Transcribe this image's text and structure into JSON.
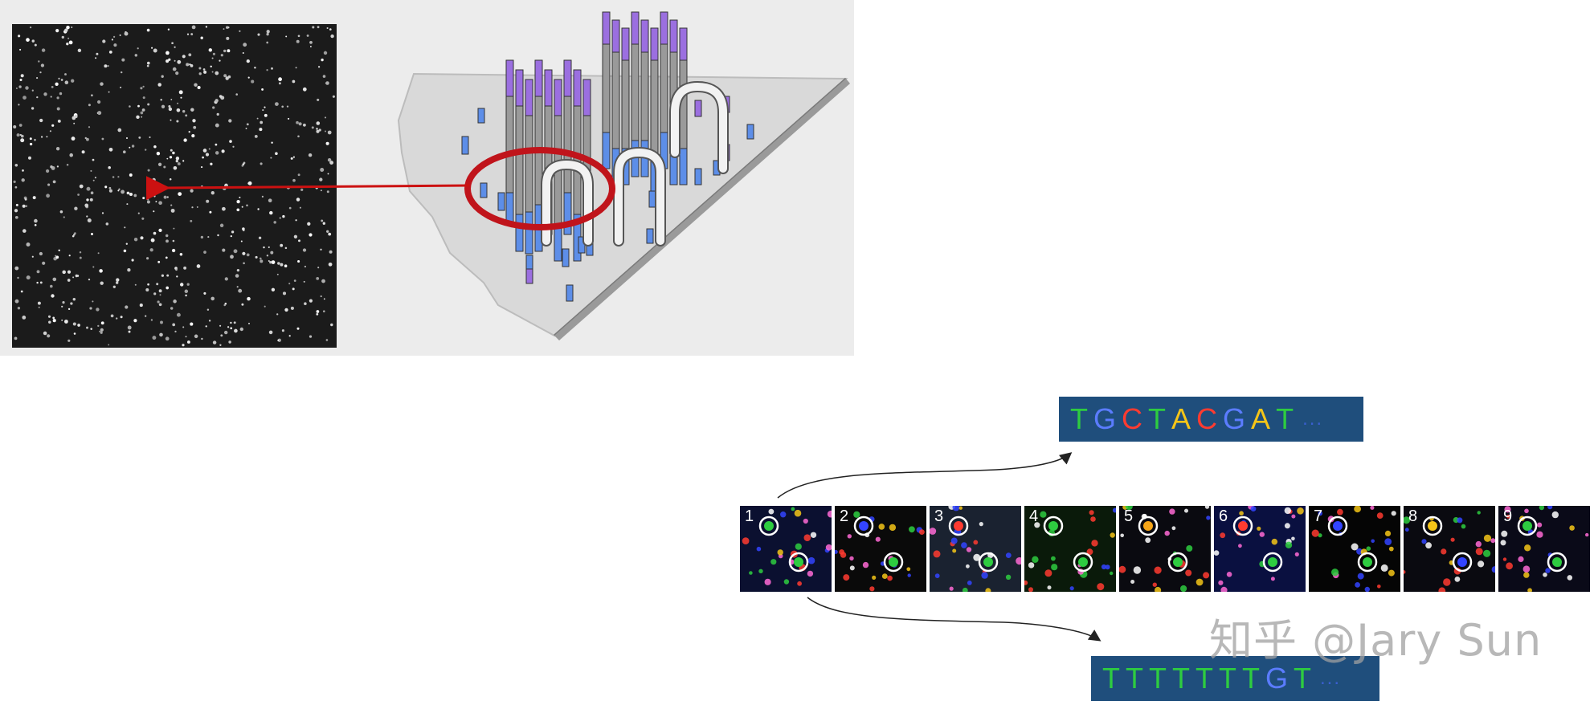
{
  "top_sequence": {
    "bases": [
      {
        "letter": "T",
        "color": "#2ecc40"
      },
      {
        "letter": "G",
        "color": "#5b7cff"
      },
      {
        "letter": "C",
        "color": "#ff3b30"
      },
      {
        "letter": "T",
        "color": "#2ecc40"
      },
      {
        "letter": "A",
        "color": "#f5c518"
      },
      {
        "letter": "C",
        "color": "#ff3b30"
      },
      {
        "letter": "G",
        "color": "#5b7cff"
      },
      {
        "letter": "A",
        "color": "#f5c518"
      },
      {
        "letter": "T",
        "color": "#2ecc40"
      }
    ],
    "ellipsis": "...",
    "ellipsis_color": "#3a5fd0"
  },
  "bottom_sequence": {
    "bases": [
      {
        "letter": "T",
        "color": "#2ecc40"
      },
      {
        "letter": "T",
        "color": "#2ecc40"
      },
      {
        "letter": "T",
        "color": "#2ecc40"
      },
      {
        "letter": "T",
        "color": "#2ecc40"
      },
      {
        "letter": "T",
        "color": "#2ecc40"
      },
      {
        "letter": "T",
        "color": "#2ecc40"
      },
      {
        "letter": "T",
        "color": "#2ecc40"
      },
      {
        "letter": "G",
        "color": "#5b7cff"
      },
      {
        "letter": "T",
        "color": "#2ecc40"
      }
    ],
    "ellipsis": "...",
    "ellipsis_color": "#3a5fd0"
  },
  "cycles": [
    {
      "label": "1",
      "spot1": "#2ecc40",
      "spot2": "#2ecc40",
      "bg": "#0b1030"
    },
    {
      "label": "2",
      "spot1": "#3344ff",
      "spot2": "#2ecc40",
      "bg": "#0a0a0a"
    },
    {
      "label": "3",
      "spot1": "#ff3b30",
      "spot2": "#2ecc40",
      "bg": "#1a2230"
    },
    {
      "label": "4",
      "spot1": "#2ecc40",
      "spot2": "#2ecc40",
      "bg": "#0a1a0a"
    },
    {
      "label": "5",
      "spot1": "#f5a518",
      "spot2": "#2ecc40",
      "bg": "#0a0a10"
    },
    {
      "label": "6",
      "spot1": "#ff3b30",
      "spot2": "#2ecc40",
      "bg": "#0a1040"
    },
    {
      "label": "7",
      "spot1": "#3344ff",
      "spot2": "#2ecc40",
      "bg": "#050505"
    },
    {
      "label": "8",
      "spot1": "#f5c518",
      "spot2": "#3344ff",
      "bg": "#0a0a10"
    },
    {
      "label": "9",
      "spot1": "#2ecc40",
      "spot2": "#2ecc40",
      "bg": "#0a0a18"
    }
  ],
  "colors": {
    "sequence_box": "#1f4e7c",
    "arrow_red": "#cc1111",
    "bar_purple": "#9b6fe0",
    "bar_gray": "#9a9a9a",
    "bar_blue": "#5d8ee8"
  },
  "watermark": "知乎 @Jary Sun"
}
